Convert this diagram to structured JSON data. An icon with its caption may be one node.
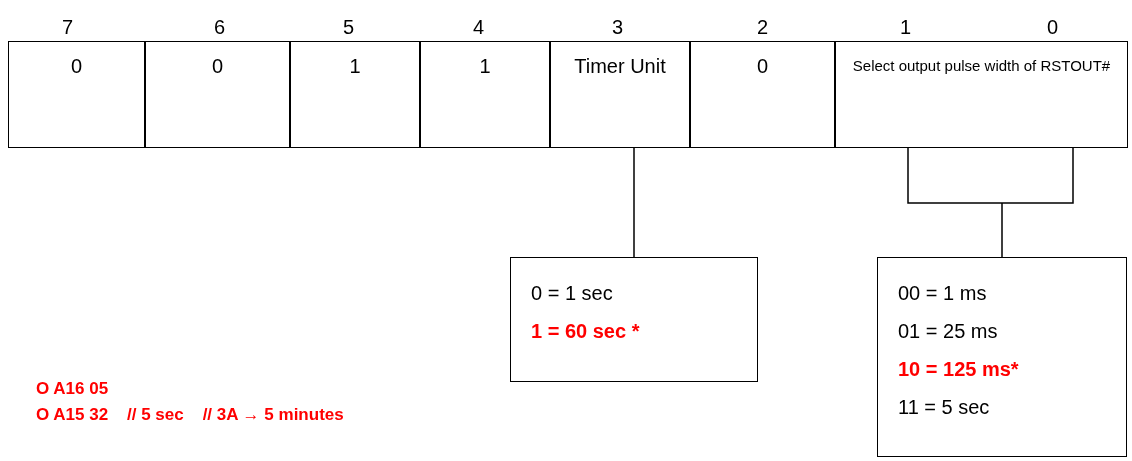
{
  "diagram": {
    "nodes": [
      {
        "text": [
          "0"
        ]
      },
      {
        "text": [
          "0"
        ]
      },
      {
        "text": [
          "1"
        ]
      },
      {
        "text": [
          "1"
        ]
      },
      {
        "text": [
          "Timer Unit"
        ]
      },
      {
        "text": [
          "0"
        ]
      },
      {
        "text": [
          "Select output pulse width of RSTOUT#"
        ]
      },
      {
        "text": [
          "0 = 1 sec",
          "1 = 60 sec *"
        ]
      },
      {
        "text": [
          "00 = 1 ms",
          "01 = 25 ms",
          "10 = 125 ms*",
          "11 = 5 sec"
        ]
      }
    ],
    "edges": [
      {
        "from": 4,
        "to": 7,
        "arrow": "none"
      },
      {
        "from": 6,
        "to": 8,
        "arrow": "none"
      }
    ],
    "labels": [
      "7",
      "6",
      "5",
      "4",
      "3",
      "2",
      "1",
      "0",
      "O A16 05",
      "O A15 32    // 5 sec    // 3A → 5 minutes"
    ]
  }
}
